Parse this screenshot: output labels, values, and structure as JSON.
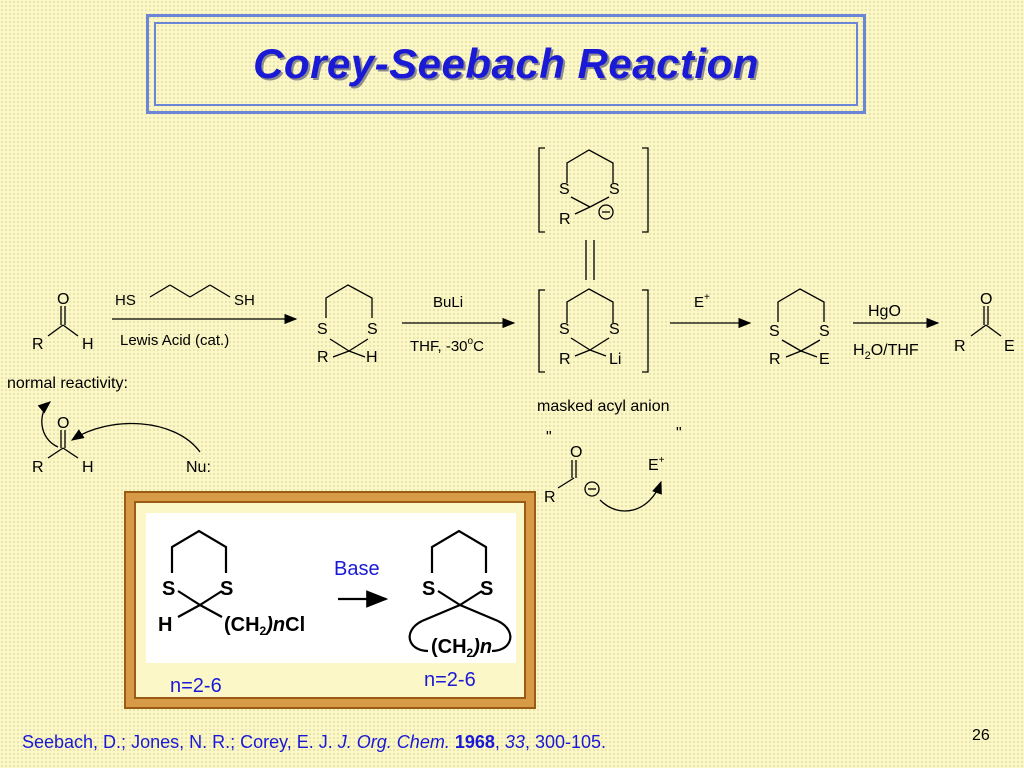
{
  "title": "Corey-Seebach Reaction",
  "atoms": {
    "O": "O",
    "R": "R",
    "H": "H",
    "S": "S",
    "Li": "Li",
    "E": "E",
    "minus": "−"
  },
  "reagents": {
    "dithiol_hs": "HS",
    "dithiol_sh": "SH",
    "lewis_acid": "Lewis Acid (cat.)",
    "buli": "BuLi",
    "thf_temp": "THF, -30",
    "temp_deg": "o",
    "temp_unit": "C",
    "electrophile": "E",
    "plus": "+",
    "hgo": "HgO",
    "h2o_h": "H",
    "h2o_2": "2",
    "h2o_rest": "O/THF"
  },
  "labels": {
    "normal_reactivity": "normal reactivity:",
    "nucleophile": "Nu:",
    "masked_acyl_anion": "masked acyl anion",
    "quote": "\""
  },
  "cyclization": {
    "base": "Base",
    "substituent": "(CH",
    "sub2": "2",
    "sub_n": ")n",
    "cl": "Cl",
    "bridge": "(CH",
    "bridge_n": ")n",
    "n_left": "n=2-6",
    "n_right": "n=2-6"
  },
  "citation": {
    "authors": "Seebach, D.; Jones, N. R.; Corey, E. J. ",
    "journal": "J. Org. Chem.",
    "year": "1968",
    "volume": "33",
    "pages": ", 300-105."
  },
  "page_number": "26"
}
